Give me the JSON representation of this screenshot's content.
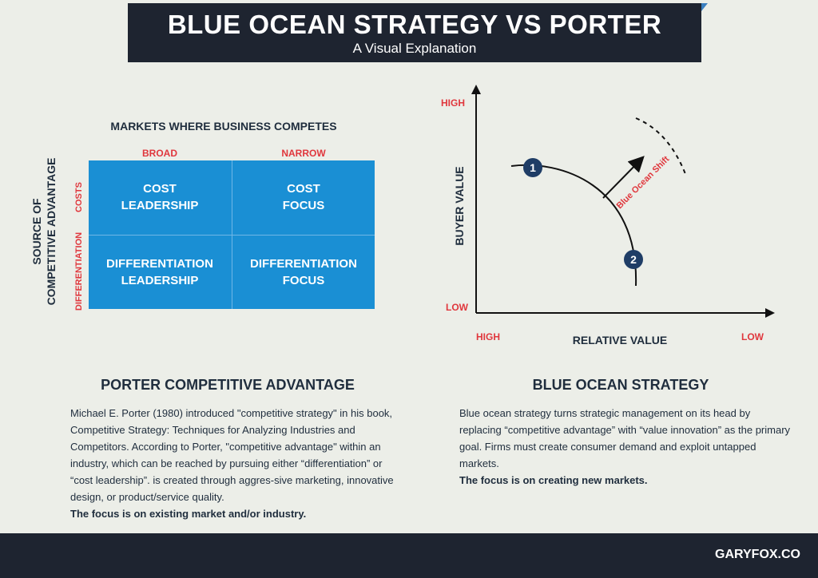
{
  "header": {
    "title": "BLUE OCEAN STRATEGY VS PORTER",
    "subtitle": "A Visual Explanation"
  },
  "matrix": {
    "header": "MARKETS WHERE BUSINESS COMPETES",
    "columns": [
      "BROAD",
      "NARROW"
    ],
    "rows": [
      "COSTS",
      "DIFFERENTIATION"
    ],
    "side_label_line1": "SOURCE OF",
    "side_label_line2": "COMPETITIVE ADVANTAGE",
    "cells": [
      [
        "COST\nLEADERSHIP",
        "COST\nFOCUS"
      ],
      [
        "DIFFERENTIATION\nLEADERSHIP",
        "DIFFERENTIATION\nFOCUS"
      ]
    ],
    "color": "#1a8fd4"
  },
  "value_chart": {
    "y_axis_label": "BUYER VALUE",
    "x_axis_label": "RELATIVE VALUE",
    "y_high": "HIGH",
    "y_low": "LOW",
    "x_high": "HIGH",
    "x_low": "LOW",
    "point1": "1",
    "point2": "2",
    "shift_label": "Blue Ocean Shift",
    "accent": "#e0373d",
    "marker_color": "#1f3d66"
  },
  "porter": {
    "title": "PORTER COMPETITIVE ADVANTAGE",
    "paragraph": "Michael E. Porter (1980) introduced \"competitive strategy\" in his book, Competitive Strategy: Techniques for Analyzing Industries and Competitors. According to Porter, \"competitive advantage\" within an industry, which can be reached by pursuing either “differentiation” or “cost leadership”. is created through aggres-sive marketing, innovative design, or product/service quality.",
    "emphasis": "The focus is on existing market and/or industry."
  },
  "blue_ocean": {
    "title": "BLUE OCEAN STRATEGY",
    "paragraph": "Blue ocean strategy turns strategic management on its head by replacing “competitive advantage” with “value innovation” as the primary goal. Firms must create consumer demand and exploit untapped markets.",
    "emphasis": "The focus is on creating new markets."
  },
  "footer": {
    "brand": "GARYFOX.CO"
  }
}
